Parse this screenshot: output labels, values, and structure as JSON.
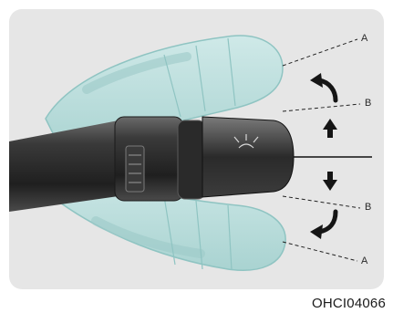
{
  "callouts": {
    "upper_a": "A",
    "upper_b": "B",
    "lower_b": "B",
    "lower_a": "A"
  },
  "image_code": "OHCI04066",
  "colors": {
    "panel_bg": "#e6e6e6",
    "ghost_stalk": "#b8dcdb",
    "ghost_stalk_edge": "#8fc4c2",
    "stalk_dark": "#2e2e2e",
    "arrow": "#151515"
  }
}
